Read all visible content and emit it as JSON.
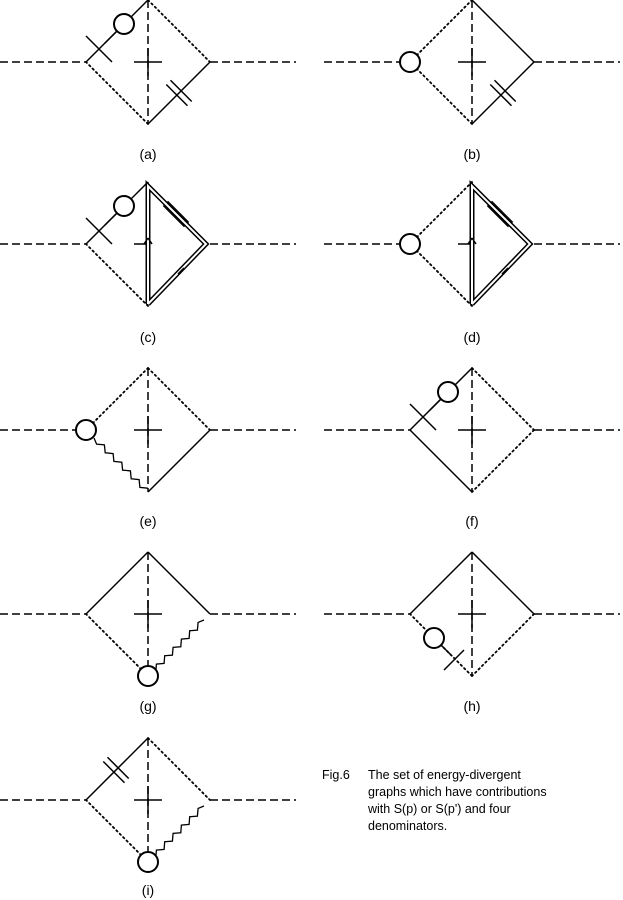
{
  "figure": {
    "panels": [
      {
        "id": "a",
        "label": "(a)"
      },
      {
        "id": "b",
        "label": "(b)"
      },
      {
        "id": "c",
        "label": "(c)"
      },
      {
        "id": "d",
        "label": "(d)"
      },
      {
        "id": "e",
        "label": "(e)"
      },
      {
        "id": "f",
        "label": "(f)"
      },
      {
        "id": "g",
        "label": "(g)"
      },
      {
        "id": "h",
        "label": "(h)"
      },
      {
        "id": "i",
        "label": "(i)"
      }
    ],
    "caption": {
      "tag": "Fig.6",
      "lines": [
        "The set of energy-divergent",
        "graphs which have contributions",
        "with S(p) or S(p') and four",
        "denominators."
      ]
    }
  }
}
